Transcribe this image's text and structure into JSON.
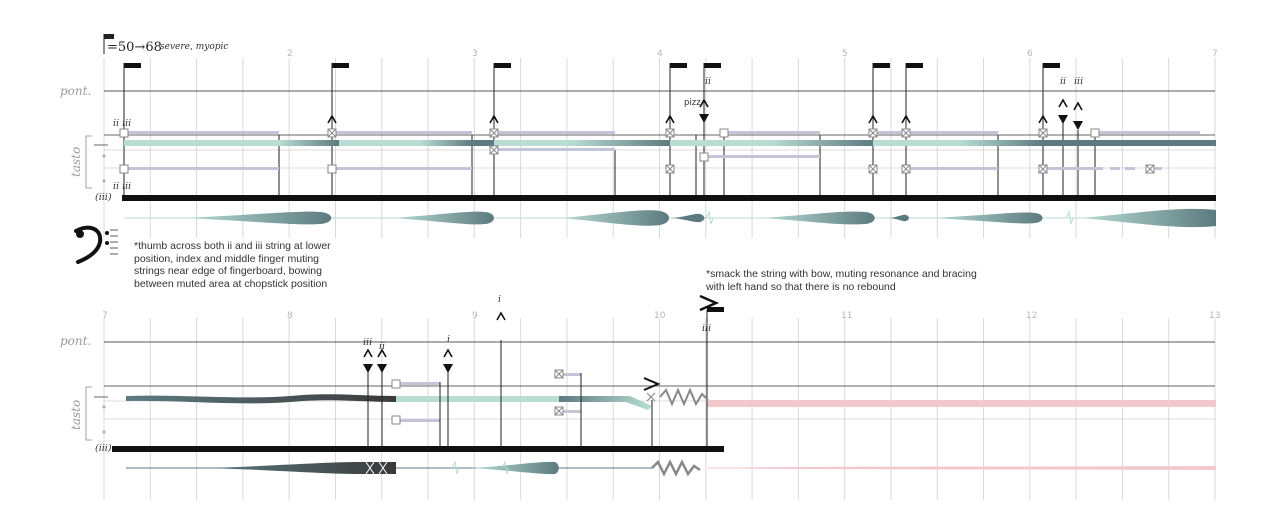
{
  "tempo": {
    "text": "=50→68",
    "character": "severe, myopic"
  },
  "labels": {
    "pont": "pont.",
    "tasto": "tasto",
    "string": "(iii)"
  },
  "strings": {
    "ii_iii": "ii iii",
    "ii": "ii",
    "iii": "iii",
    "i": "i"
  },
  "pizz": "pizz.",
  "measures": {
    "system1": [
      "2",
      "3",
      "4",
      "5",
      "6",
      "7"
    ],
    "system2": [
      "7",
      "8",
      "9",
      "10",
      "11",
      "12",
      "13"
    ]
  },
  "notes": {
    "thumb": "*thumb across both ii and iii string at lower\nposition, index and middle finger muting\nstrings near edge of fingerboard, bowing\nbetween muted area at chopstick position",
    "smack": "*smack the string with bow, muting resonance and bracing\nwith left hand so that there is no rebound"
  },
  "colors": {
    "teal_dark": "#5c7b80",
    "teal_light": "#b8ddd3",
    "lavender": "#c4c4d8",
    "pink": "#f3c8cc",
    "black": "#111111",
    "grid": "#d9d9d9"
  }
}
